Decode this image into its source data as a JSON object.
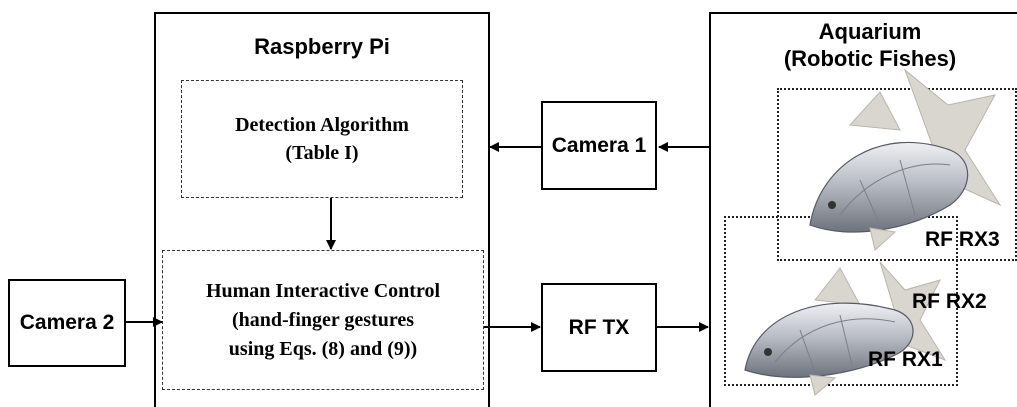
{
  "raspberry_pi": {
    "title": "Raspberry Pi",
    "detection": {
      "line1": "Detection Algorithm",
      "line2": "(Table I)"
    },
    "control": {
      "line1": "Human Interactive Control",
      "line2": "(hand-finger gestures",
      "line3": "using Eqs. (8) and (9))"
    }
  },
  "camera1": {
    "label": "Camera 1"
  },
  "camera2": {
    "label": "Camera 2"
  },
  "rf_tx": {
    "label": "RF TX"
  },
  "aquarium": {
    "title_line1": "Aquarium",
    "title_line2": "(Robotic Fishes)",
    "receivers": [
      "RF RX3",
      "RF RX2",
      "RF RX1"
    ],
    "fish_icon": "robotic-fish-icon"
  },
  "colors": {
    "line": "#000000",
    "fish_body": "#b8bcc4",
    "fish_fin": "#d9d6cf"
  }
}
